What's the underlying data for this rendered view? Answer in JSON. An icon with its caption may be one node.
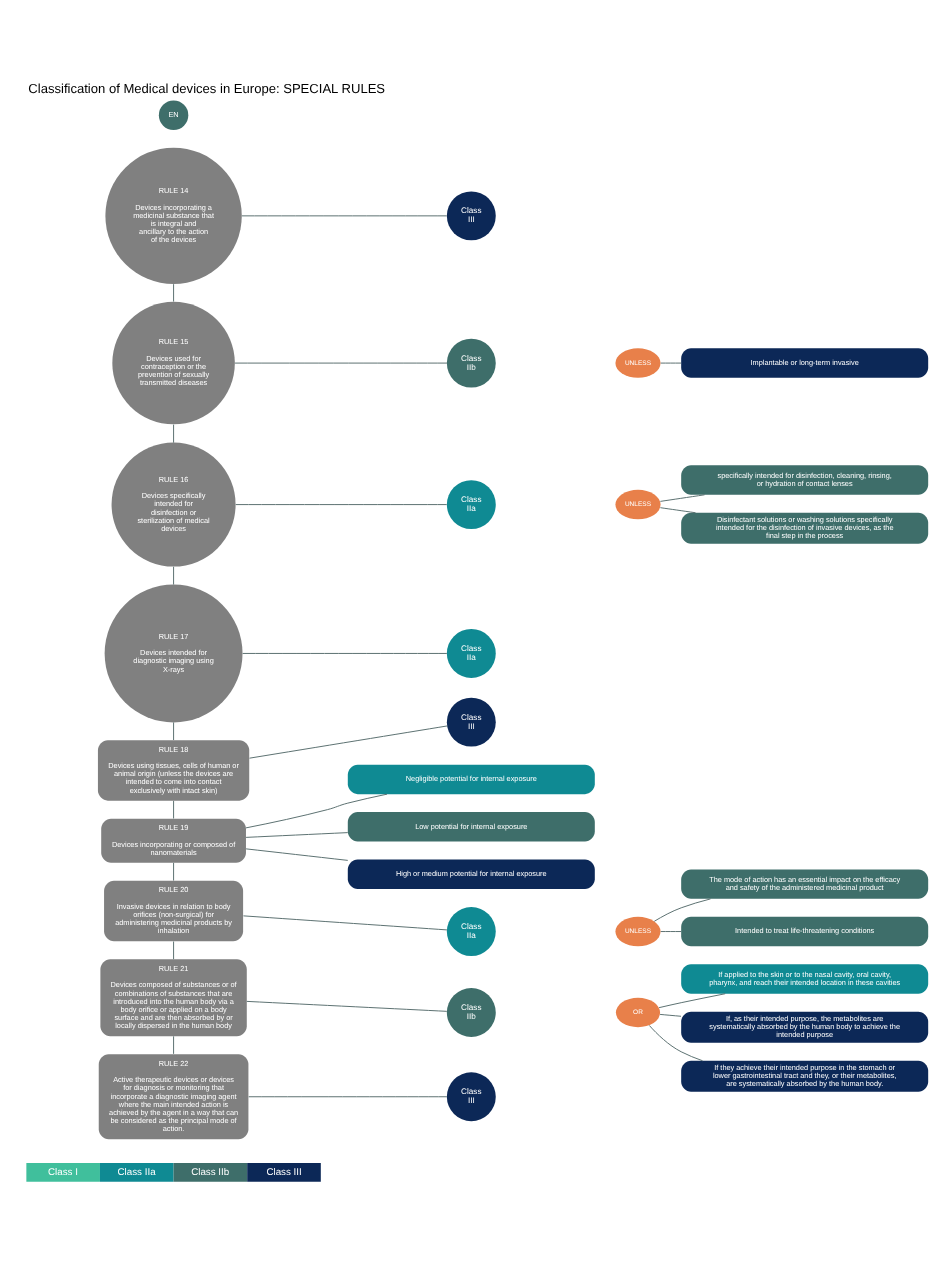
{
  "diagram": {
    "title": "Classification of Medical devices in Europe: SPECIAL RULES",
    "nodes": [
      {
        "text": [
          "RULE 14",
          "Devices incorporating a medicinal substance that is integral and ancillary to the action of the devices"
        ]
      },
      {
        "text": [
          "Class III"
        ]
      },
      {
        "text": [
          "RULE 15",
          "Devices used for contraception or the prevention of sexually transmitted diseases"
        ]
      },
      {
        "text": [
          "Class IIb"
        ]
      },
      {
        "text": [
          "UNLESS"
        ]
      },
      {
        "text": [
          "Implantable or long-term invasive"
        ]
      },
      {
        "text": [
          "RULE 16",
          "Devices specifically intended for disinfection or sterilization of medical devices"
        ]
      },
      {
        "text": [
          "Class IIa"
        ]
      },
      {
        "text": [
          "UNLESS"
        ]
      },
      {
        "text": [
          "specifically intended for disinfection, cleaning, rinsing, or hydration of contact lenses"
        ]
      },
      {
        "text": [
          "Disinfectant solutions or washing solutions specifically intended for the disinfection of invasive devices, as the final step in the process"
        ]
      },
      {
        "text": [
          "RULE 17",
          "Devices intended for diagnostic imaging using X-rays"
        ]
      },
      {
        "text": [
          "Class IIa"
        ]
      },
      {
        "text": [
          "RULE 18",
          "Devices using tissues, cells of human or animal origin (unless the devices are intended to come into contact exclusively with intact skin)"
        ]
      },
      {
        "text": [
          "Class III"
        ]
      },
      {
        "text": [
          "RULE 19",
          "Devices incorporating or composed of nanomaterials"
        ]
      },
      {
        "text": [
          "Negligible potential for internal exposure"
        ]
      },
      {
        "text": [
          "Low potential for internal exposure"
        ]
      },
      {
        "text": [
          "High or medium potential for internal exposure"
        ]
      },
      {
        "text": [
          "RULE 20",
          "Invasive devices in relation to body orifices (non-surgical) for administering medicinal products by inhalation"
        ]
      },
      {
        "text": [
          "Class IIa"
        ]
      },
      {
        "text": [
          "UNLESS"
        ]
      },
      {
        "text": [
          "The mode of action has an essential impact on the efficacy and safety of the administered medicinal product"
        ]
      },
      {
        "text": [
          "Intended to treat life-threatening conditions"
        ]
      },
      {
        "text": [
          "RULE 21",
          "Devices composed of substances or of combinations of substances that are introduced into the human body via a body orifice or applied on a body surface and are then absorbed by or locally dispersed in the human body"
        ]
      },
      {
        "text": [
          "Class IIb"
        ]
      },
      {
        "text": [
          "OR"
        ]
      },
      {
        "text": [
          "If applied to the skin or to the nasal cavity, oral cavity, pharynx, and reach their intended location in these cavities"
        ]
      },
      {
        "text": [
          "If, as their intended purpose, the metabolites are systematically absorbed by the human body to achieve the intended purpose"
        ]
      },
      {
        "text": [
          "If they achieve their intended purpose in the stomach or lower gastrointestinal tract and they, or their metabolites, are systematically absorbed by the human body."
        ]
      },
      {
        "text": [
          "RULE 22",
          "Active therapeutic devices or devices for diagnosis or monitoring that incorporate a diagnostic imaging agent where the main intended action is achieved by the agent in a way that can be considered as the principal mode of action."
        ]
      },
      {
        "text": [
          "Class III"
        ]
      },
      {
        "text": [
          "EN"
        ]
      }
    ],
    "edges": [
      {
        "from": 0,
        "to": 2,
        "arrow": "none"
      },
      {
        "from": 2,
        "to": 6,
        "arrow": "none"
      },
      {
        "from": 6,
        "to": 11,
        "arrow": "none"
      },
      {
        "from": 11,
        "to": 13,
        "arrow": "none"
      },
      {
        "from": 13,
        "to": 15,
        "arrow": "none"
      },
      {
        "from": 15,
        "to": 19,
        "arrow": "none"
      },
      {
        "from": 19,
        "to": 24,
        "arrow": "none"
      },
      {
        "from": 24,
        "to": 30,
        "arrow": "none"
      },
      {
        "from": 0,
        "to": 1,
        "arrow": "none"
      },
      {
        "from": 2,
        "to": 3,
        "arrow": "none"
      },
      {
        "from": 4,
        "to": 5,
        "arrow": "none"
      },
      {
        "from": 6,
        "to": 7,
        "arrow": "none"
      },
      {
        "from": 8,
        "to": 9,
        "arrow": "none"
      },
      {
        "from": 8,
        "to": 10,
        "arrow": "none"
      },
      {
        "from": 11,
        "to": 12,
        "arrow": "none"
      },
      {
        "from": 13,
        "to": 14,
        "arrow": "none"
      },
      {
        "from": 15,
        "to": 16,
        "arrow": "none"
      },
      {
        "from": 15,
        "to": 17,
        "arrow": "none"
      },
      {
        "from": 15,
        "to": 18,
        "arrow": "none"
      },
      {
        "from": 19,
        "to": 20,
        "arrow": "none"
      },
      {
        "from": 21,
        "to": 22,
        "arrow": "none"
      },
      {
        "from": 21,
        "to": 23,
        "arrow": "none"
      },
      {
        "from": 24,
        "to": 25,
        "arrow": "none"
      },
      {
        "from": 26,
        "to": 27,
        "arrow": "none"
      },
      {
        "from": 26,
        "to": 28,
        "arrow": "none"
      },
      {
        "from": 26,
        "to": 29,
        "arrow": "none"
      },
      {
        "from": 30,
        "to": 31,
        "arrow": "none"
      }
    ],
    "legend": [
      {
        "text": "Class I",
        "color": "#40bf9c"
      },
      {
        "text": "Class IIa",
        "color": "#0f8a93"
      },
      {
        "text": "Class IIb",
        "color": "#3e6e6a"
      },
      {
        "text": "Class III",
        "color": "#0c2857"
      }
    ]
  }
}
